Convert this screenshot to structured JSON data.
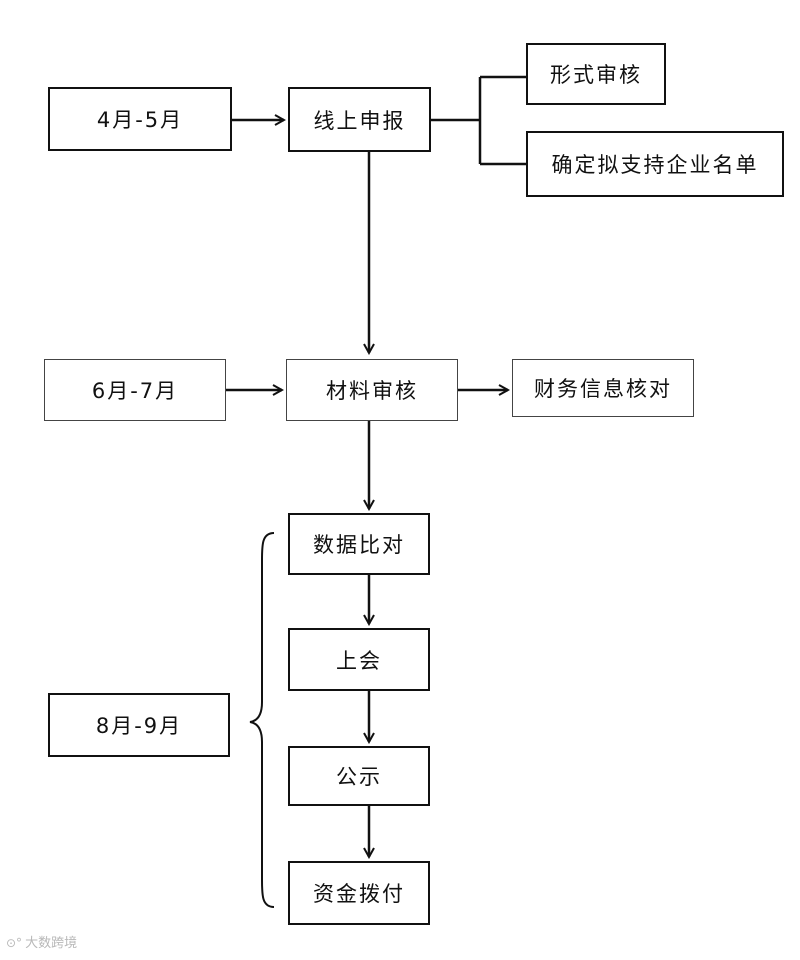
{
  "periods": {
    "p1": "4月-5月",
    "p2": "6月-7月",
    "p3": "8月-9月"
  },
  "steps": {
    "online_declaration": "线上申报",
    "formal_review": "形式审核",
    "confirm_list": "确定拟支持企业名单",
    "material_review": "材料审核",
    "finance_check": "财务信息核对",
    "data_compare": "数据比对",
    "meeting": "上会",
    "publicity": "公示",
    "fund_allocation": "资金拨付"
  },
  "watermark": {
    "text": "大数跨境",
    "icon": "circle-dots-logo-icon"
  },
  "colors": {
    "line": "#111111",
    "thin_border": "#444444",
    "watermark": "#b8b8b8"
  }
}
